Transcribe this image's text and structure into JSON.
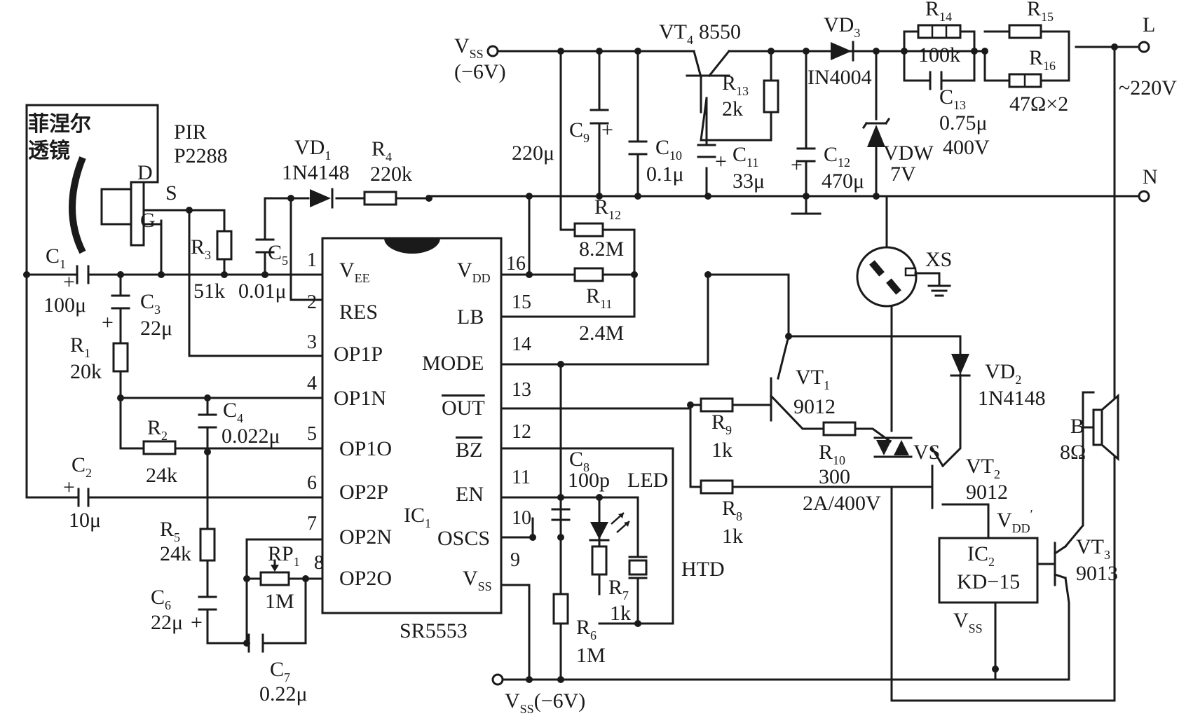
{
  "lens_label": [
    "菲涅尔",
    "透镜"
  ],
  "sensor": {
    "name": "PIR",
    "part": "P2288",
    "pin_d": "D",
    "pin_s": "S",
    "pin_g": "G"
  },
  "supply_top": {
    "name": "V",
    "sub": "SS",
    "value": "(−6V)"
  },
  "supply_bottom": {
    "name": "V",
    "sub": "SS",
    "value": "(−6V)"
  },
  "mains": {
    "l": "L",
    "n": "N",
    "voltage": "~220V"
  },
  "ic1": {
    "ref": "IC",
    "ref_sub": "1",
    "part": "SR5553",
    "left_pins": [
      {
        "num": "1",
        "name": "V",
        "sub": "EE"
      },
      {
        "num": "2",
        "name": "RES"
      },
      {
        "num": "3",
        "name": "OP1P"
      },
      {
        "num": "4",
        "name": "OP1N"
      },
      {
        "num": "5",
        "name": "OP1O"
      },
      {
        "num": "6",
        "name": "OP2P"
      },
      {
        "num": "7",
        "name": "OP2N"
      },
      {
        "num": "8",
        "name": "OP2O"
      }
    ],
    "right_pins": [
      {
        "num": "16",
        "name": "V",
        "sub": "DD"
      },
      {
        "num": "15",
        "name": "LB"
      },
      {
        "num": "14",
        "name": "MODE"
      },
      {
        "num": "13",
        "name": "OUT"
      },
      {
        "num": "12",
        "name": "BZ"
      },
      {
        "num": "11",
        "name": "EN"
      },
      {
        "num": "10",
        "name": "OSCS"
      },
      {
        "num": "9",
        "name": "V",
        "sub": "SS"
      }
    ]
  },
  "ic2": {
    "ref": "IC",
    "ref_sub": "2",
    "part": "KD−15",
    "vdd": "V",
    "vdd_sub": "DD",
    "vss": "V",
    "vss_sub": "SS"
  },
  "components": {
    "c1": {
      "ref": "C",
      "sub": "1",
      "value": "100μ"
    },
    "c2": {
      "ref": "C",
      "sub": "2",
      "value": "10μ"
    },
    "c3": {
      "ref": "C",
      "sub": "3",
      "value": "22μ"
    },
    "c4": {
      "ref": "C",
      "sub": "4",
      "value": "0.022μ"
    },
    "c5": {
      "ref": "C",
      "sub": "5",
      "value": "0.01μ"
    },
    "c6": {
      "ref": "C",
      "sub": "6",
      "value": "22μ"
    },
    "c7": {
      "ref": "C",
      "sub": "7",
      "value": "0.22μ"
    },
    "c8": {
      "ref": "C",
      "sub": "8",
      "value": "100p"
    },
    "c9": {
      "ref": "C",
      "sub": "9",
      "value": "220μ"
    },
    "c10": {
      "ref": "C",
      "sub": "10",
      "value": "0.1μ"
    },
    "c11": {
      "ref": "C",
      "sub": "11",
      "value": "33μ"
    },
    "c12": {
      "ref": "C",
      "sub": "12",
      "value": "470μ"
    },
    "c13": {
      "ref": "C",
      "sub": "13",
      "value": "0.75μ",
      "rating": "400V"
    },
    "r1": {
      "ref": "R",
      "sub": "1",
      "value": "20k"
    },
    "r2": {
      "ref": "R",
      "sub": "2",
      "value": "24k"
    },
    "r3": {
      "ref": "R",
      "sub": "3",
      "value": "51k"
    },
    "r4": {
      "ref": "R",
      "sub": "4",
      "value": "220k"
    },
    "r5": {
      "ref": "R",
      "sub": "5",
      "value": "24k"
    },
    "r6": {
      "ref": "R",
      "sub": "6",
      "value": "1M"
    },
    "r7": {
      "ref": "R",
      "sub": "7",
      "value": "1k"
    },
    "r8": {
      "ref": "R",
      "sub": "8",
      "value": "1k"
    },
    "r9": {
      "ref": "R",
      "sub": "9",
      "value": "1k"
    },
    "r10": {
      "ref": "R",
      "sub": "10",
      "value": "300"
    },
    "r11": {
      "ref": "R",
      "sub": "11",
      "value": "2.4M"
    },
    "r12": {
      "ref": "R",
      "sub": "12",
      "value": "8.2M"
    },
    "r13": {
      "ref": "R",
      "sub": "13",
      "value": "2k"
    },
    "r14": {
      "ref": "R",
      "sub": "14",
      "value": "100k"
    },
    "r15": {
      "ref": "R",
      "sub": "15"
    },
    "r16": {
      "ref": "R",
      "sub": "16",
      "value": "47Ω×2"
    },
    "rp1": {
      "ref": "RP",
      "sub": "1",
      "value": "1M"
    },
    "vd1": {
      "ref": "VD",
      "sub": "1",
      "part": "1N4148"
    },
    "vd2": {
      "ref": "VD",
      "sub": "2",
      "part": "1N4148"
    },
    "vd3": {
      "ref": "VD",
      "sub": "3",
      "part": "IN4004"
    },
    "vdw": {
      "ref": "VDW",
      "value": "7V"
    },
    "vt1": {
      "ref": "VT",
      "sub": "1",
      "part": "9012"
    },
    "vt2": {
      "ref": "VT",
      "sub": "2",
      "part": "9012"
    },
    "vt3": {
      "ref": "VT",
      "sub": "3",
      "part": "9013"
    },
    "vt4": {
      "ref": "VT",
      "sub": "4",
      "part": "8550"
    },
    "vs": {
      "ref": "VS",
      "rating": "2A/400V"
    },
    "xs": {
      "ref": "XS"
    },
    "speaker": {
      "ref": "B",
      "value": "8Ω"
    },
    "led": {
      "ref": "LED"
    },
    "htd": {
      "ref": "HTD"
    }
  }
}
